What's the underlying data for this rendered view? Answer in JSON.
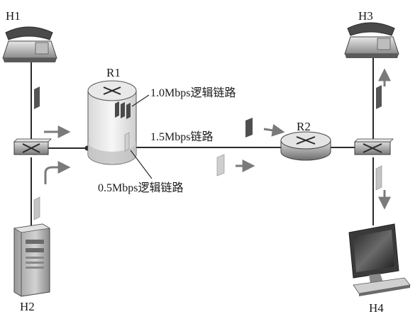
{
  "nodes": {
    "h1": "H1",
    "h2": "H2",
    "h3": "H3",
    "h4": "H4",
    "r1": "R1",
    "r2": "R2"
  },
  "links": {
    "logical_1": "1.0Mbps逻辑链路",
    "physical": "1.5Mbps链路",
    "logical_2": "0.5Mbps逻辑链路"
  },
  "colors": {
    "line": "#2a2a2a",
    "device_light": "#d6d6d6",
    "device_dark": "#707070",
    "packet_dark": "#5a5a5a",
    "packet_light": "#c8c8c8",
    "arrow": "#7a7a7a"
  }
}
